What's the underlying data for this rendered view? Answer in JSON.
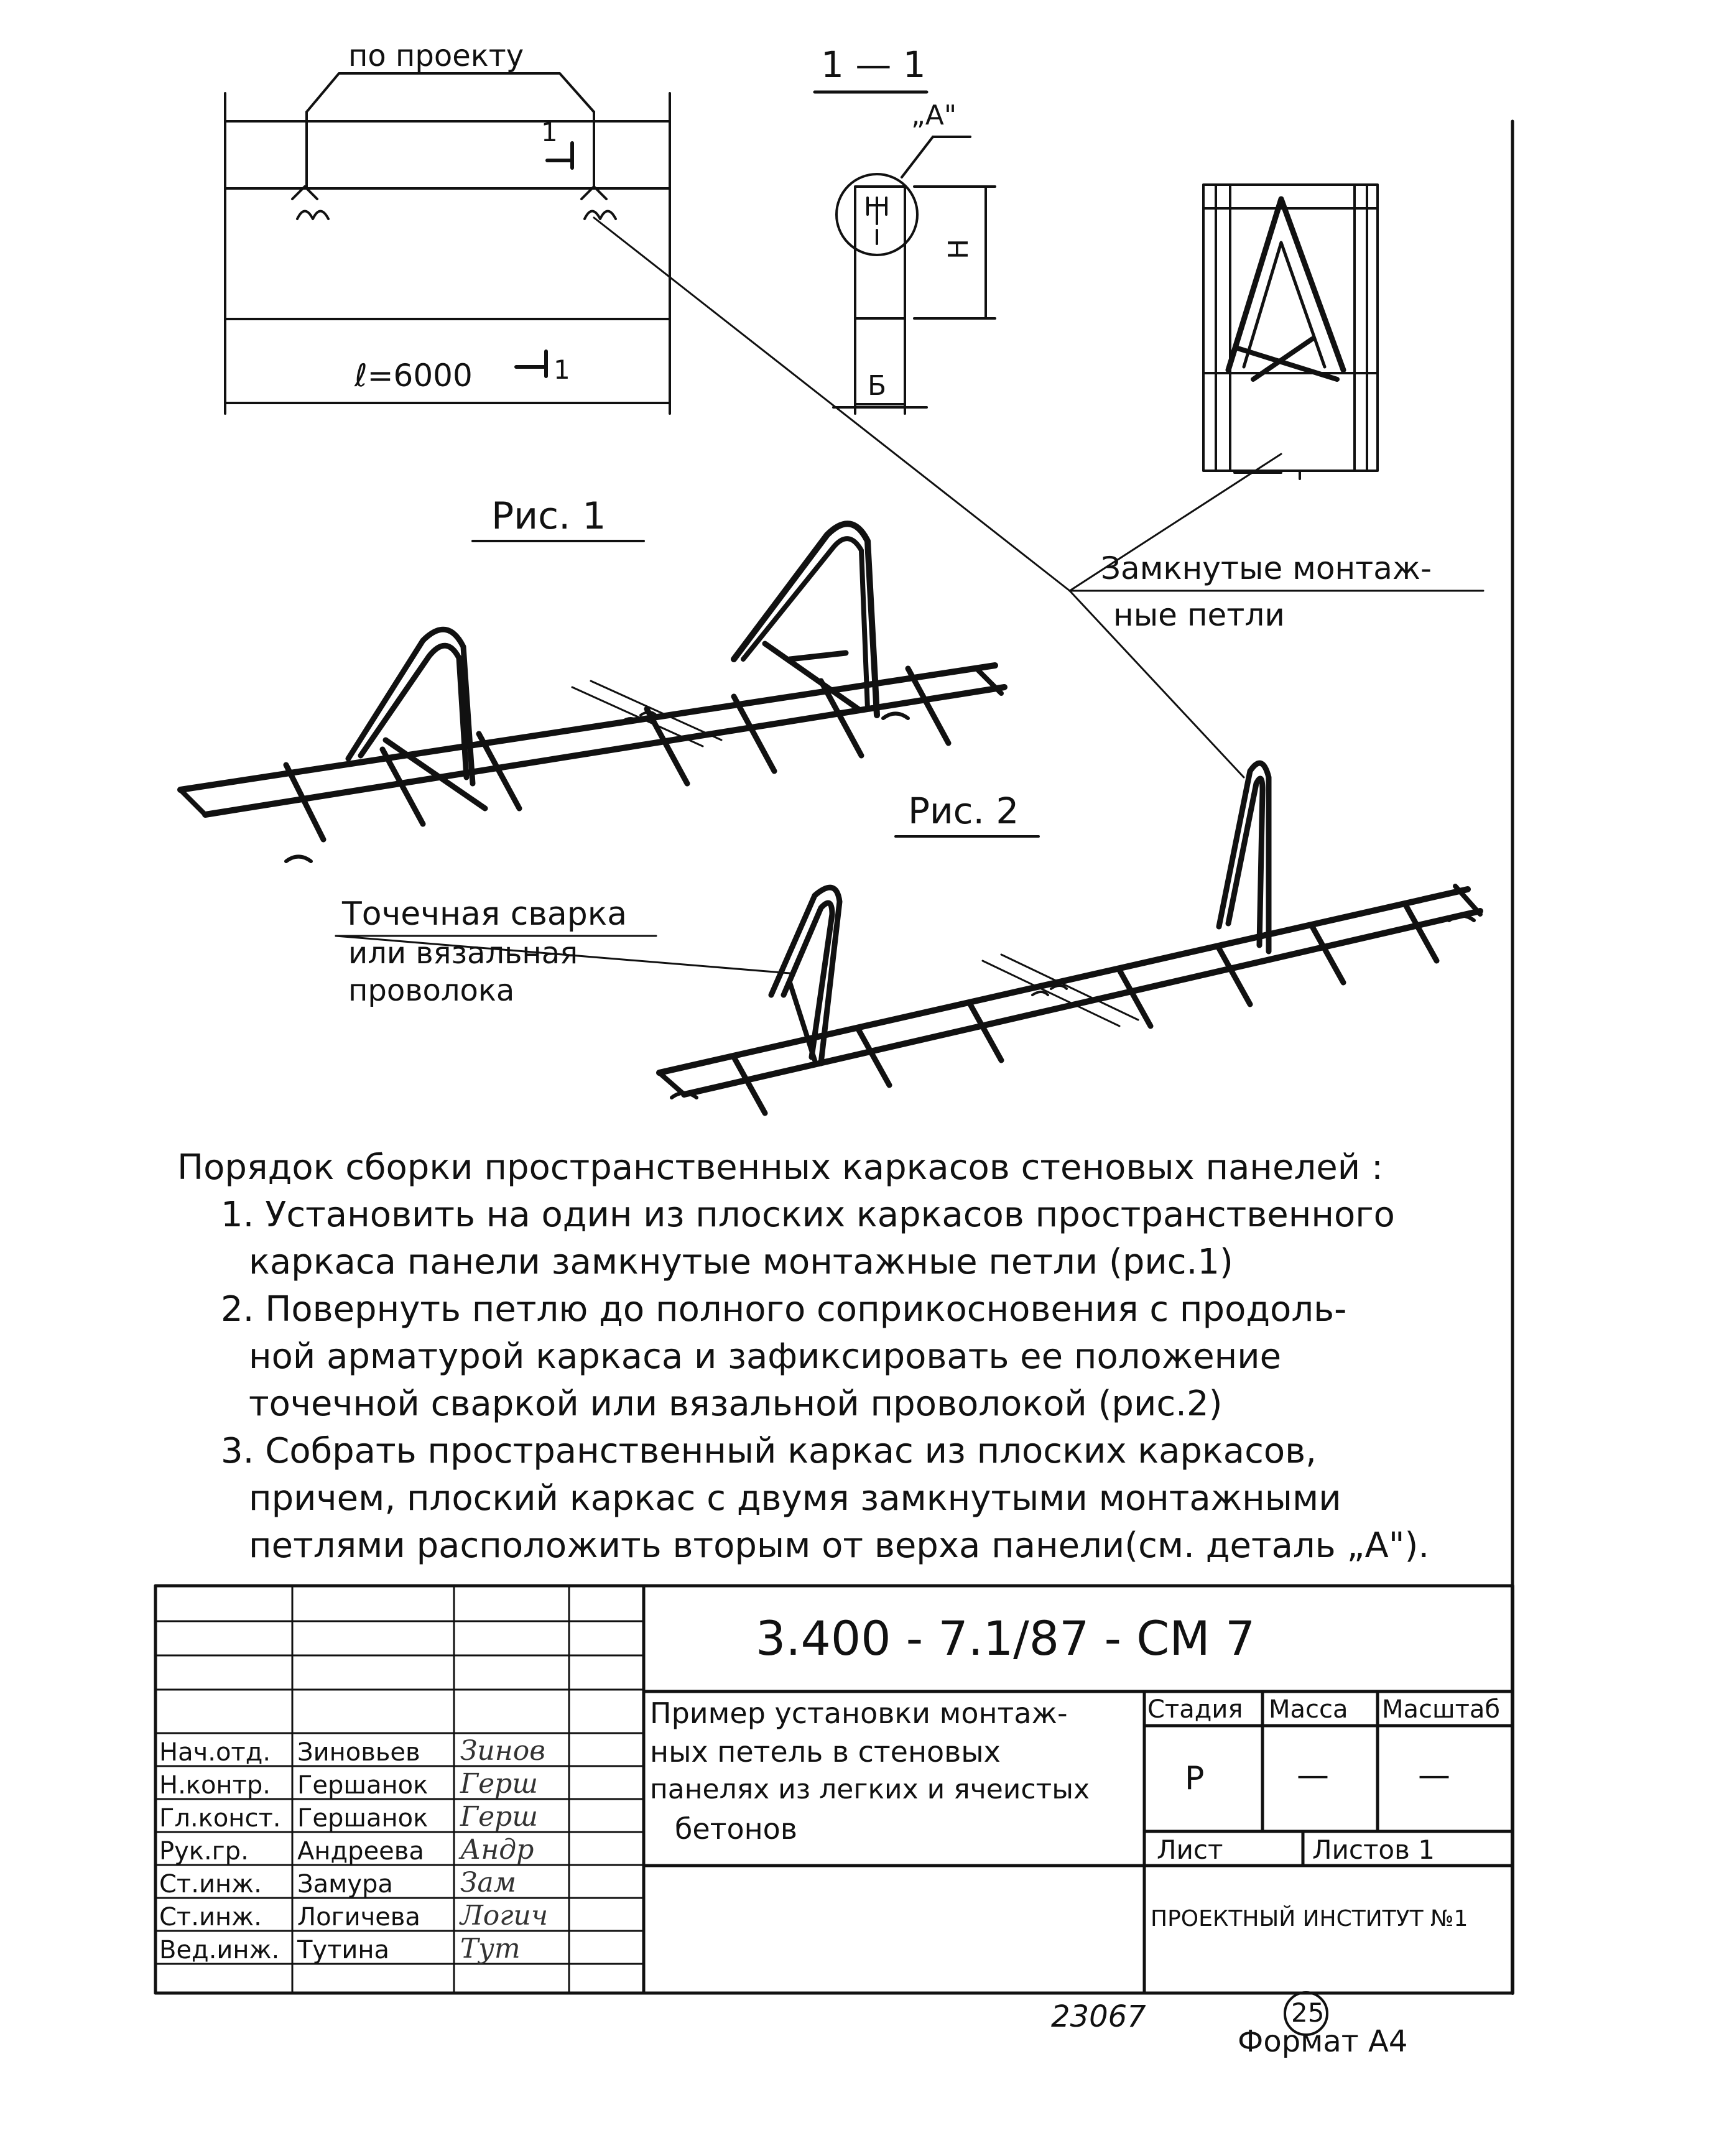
{
  "drawing": {
    "dim_top": "по проекту",
    "section_mark": "1",
    "length_label": "ℓ=6000",
    "section_title": "1 — 1",
    "detail_mark": "„А\"",
    "dim_h": "Н",
    "dim_b": "Б",
    "fig1_caption": "Рис. 1",
    "fig2_caption": "Рис. 2",
    "loops_label_line1": "Замкнутые монтаж-",
    "loops_label_line2": "ные петли",
    "weld_label_line1": "Точечная сварка",
    "weld_label_line2": "или вязальная",
    "weld_label_line3": "проволока"
  },
  "notes": {
    "heading": "Порядок сборки пространственных каркасов стеновых панелей :",
    "step1_l1": "1. Установить на один из плоских каркасов пространственного",
    "step1_l2": "каркаса панели замкнутые монтажные петли (рис.1)",
    "step2_l1": "2. Повернуть петлю до полного соприкосновения с продоль-",
    "step2_l2": "ной арматурой каркаса и зафиксировать ее положение",
    "step2_l3": "точечной сваркой или вязальной проволокой (рис.2)",
    "step3_l1": "3. Собрать пространственный каркас из плоских каркасов,",
    "step3_l2": "причем, плоский каркас с двумя замкнутыми монтажными",
    "step3_l3": "петлями расположить вторым от верха панели(см. деталь „А\")."
  },
  "title_block": {
    "doc_code": "3.400 - 7.1/87 - СМ 7",
    "title_l1": "Пример установки монтаж-",
    "title_l2": "ных петель в стеновых",
    "title_l3": "панелях из легких и ячеистых",
    "title_l4": "бетонов",
    "stage_hdr": "Стадия",
    "mass_hdr": "Масса",
    "scale_hdr": "Масштаб",
    "stage_val": "Р",
    "mass_val": "—",
    "scale_val": "—",
    "sheet_hdr": "Лист",
    "sheets_hdr": "Листов 1",
    "org": "ПРОЕКТНЫЙ ИНСТИТУТ №1",
    "staff": [
      {
        "role": "Нач.отд.",
        "name": "Зиновьев",
        "sig": "Зинов"
      },
      {
        "role": "Н.контр.",
        "name": "Гершанок",
        "sig": "Герш"
      },
      {
        "role": "Гл.конст.",
        "name": "Гершанок",
        "sig": "Герш"
      },
      {
        "role": "Рук.гр.",
        "name": "Андреева",
        "sig": "Андр"
      },
      {
        "role": "Ст.инж.",
        "name": "Замура",
        "sig": "Зам"
      },
      {
        "role": "Ст.инж.",
        "name": "Логичева",
        "sig": "Логич"
      },
      {
        "role": "Вед.инж.",
        "name": "Тутина",
        "sig": "Тут"
      }
    ]
  },
  "footer": {
    "inv_number": "23067",
    "page_circle": "25",
    "format": "Формат А4"
  }
}
